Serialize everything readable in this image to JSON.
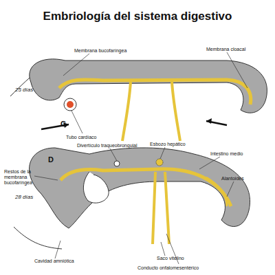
{
  "diagram": {
    "title": "Embriología del sistema digestivo",
    "labels": [
      "Membrana bucofaríngea",
      "Membrana cloacal",
      "25 días",
      "C",
      "Tubo cardíaco",
      "Divertículo traqueobronquial",
      "Esbozo hepático",
      "Intestino medio",
      "Restos de la membrana bucofaríngea",
      "Alantoides",
      "28 días",
      "D",
      "Saco vitelino",
      "Cavidad amniótica",
      "Conducto onfalomesentérico"
    ]
  }
}
